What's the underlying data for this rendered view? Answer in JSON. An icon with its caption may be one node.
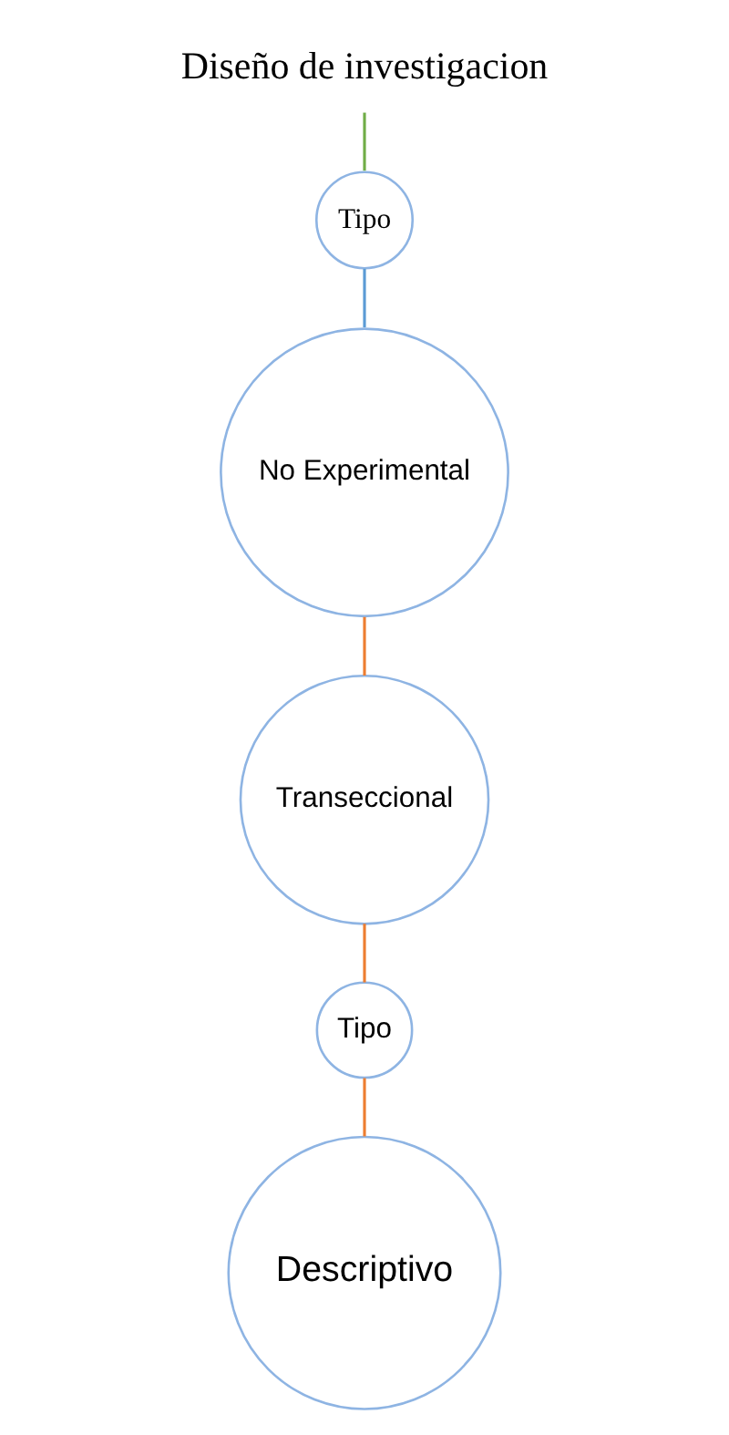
{
  "diagram": {
    "nodes": [
      {
        "text": [
          "Diseño de investigacion"
        ]
      },
      {
        "text": [
          "Tipo"
        ]
      },
      {
        "text": [
          "No Experimental"
        ]
      },
      {
        "text": [
          "Transeccional"
        ]
      },
      {
        "text": [
          "Tipo"
        ]
      },
      {
        "text": [
          "Descriptivo"
        ]
      }
    ],
    "edges": [
      {
        "from": 0,
        "to": 1,
        "arrow": "none",
        "color": "#70ad47"
      },
      {
        "from": 1,
        "to": 2,
        "arrow": "none",
        "color": "#5b9bd5"
      },
      {
        "from": 2,
        "to": 3,
        "arrow": "none"
      },
      {
        "from": 3,
        "to": 4,
        "arrow": "none"
      },
      {
        "from": 4,
        "to": 5,
        "arrow": "none"
      }
    ]
  }
}
